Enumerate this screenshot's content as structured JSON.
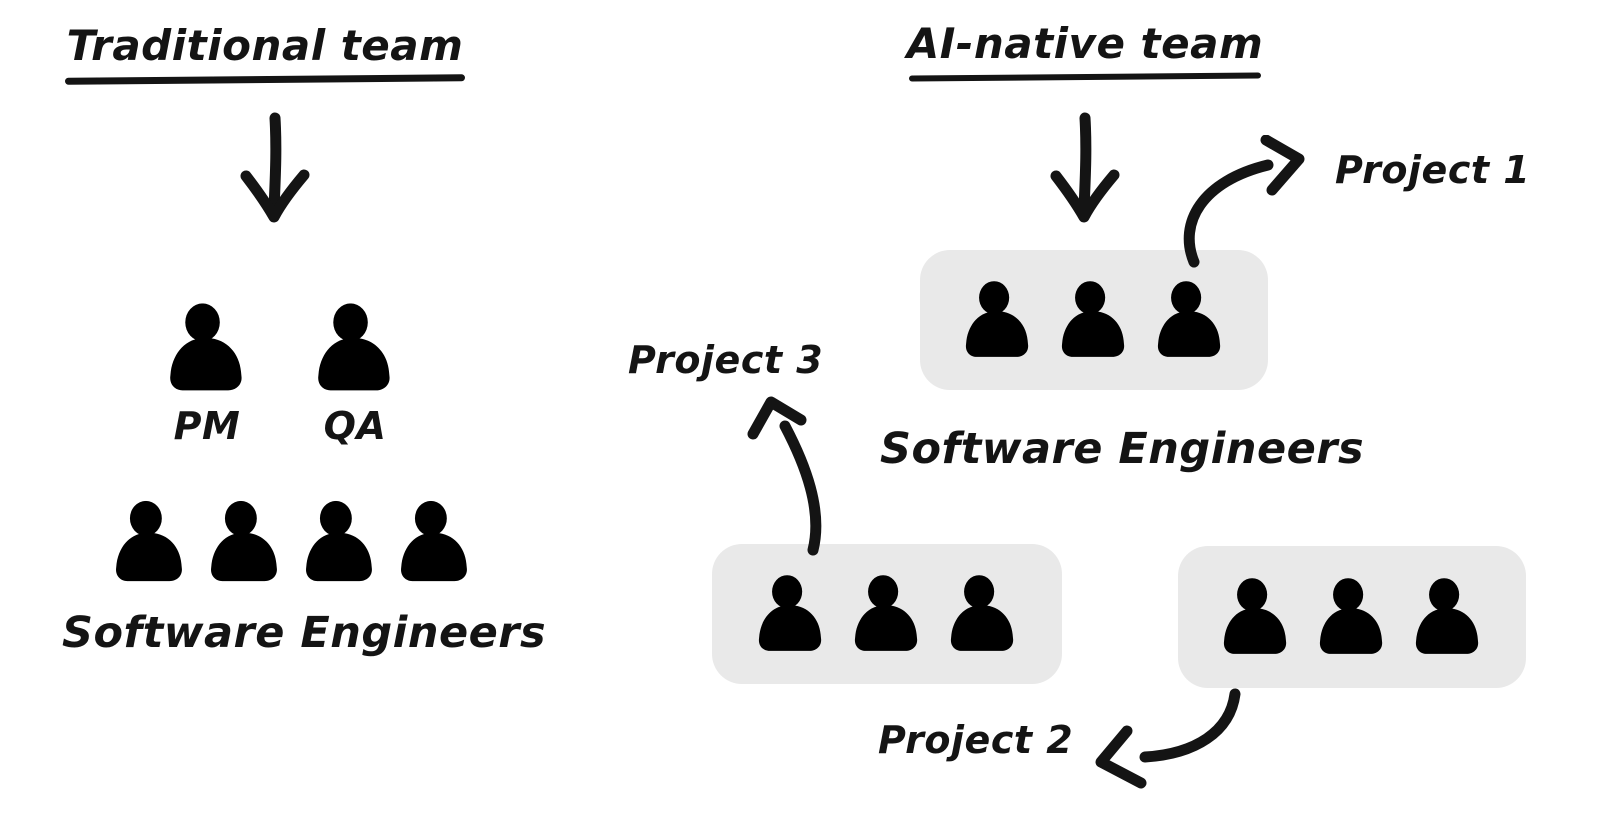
{
  "diagram": {
    "left": {
      "title": "Traditional team",
      "roles": [
        {
          "label": "PM"
        },
        {
          "label": "QA"
        }
      ],
      "engineer_count": 4,
      "engineers_label": "Software Engineers"
    },
    "right": {
      "title": "AI-native team",
      "engineers_label": "Software Engineers",
      "pods": [
        {
          "name": "engineer-pod-top",
          "members": 3
        },
        {
          "name": "engineer-pod-bottom-left",
          "members": 3
        },
        {
          "name": "engineer-pod-bottom-right",
          "members": 3
        }
      ],
      "projects": [
        {
          "label": "Project 1"
        },
        {
          "label": "Project 2"
        },
        {
          "label": "Project 3"
        }
      ]
    },
    "colors": {
      "person_blue": "#1456a8",
      "pod_gray": "#e9e9e9",
      "ink": "#141414",
      "background": "#ffffff"
    }
  }
}
